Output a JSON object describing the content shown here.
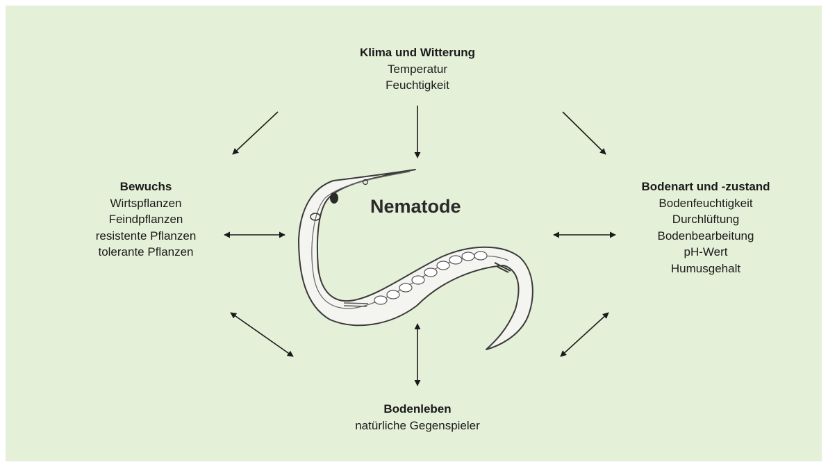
{
  "center": {
    "label": "Nematode"
  },
  "factors": {
    "top": {
      "title": "Klima und Witterung",
      "items": [
        "Temperatur",
        "Feuchtigkeit"
      ]
    },
    "left": {
      "title": "Bewuchs",
      "items": [
        "Wirtspflanzen",
        "Feindpflanzen",
        "resistente Pflanzen",
        "tolerante Pflanzen"
      ]
    },
    "right": {
      "title": "Bodenart und -zustand",
      "items": [
        "Bodenfeuchtigkeit",
        "Durchlüftung",
        "Bodenbearbeitung",
        "pH-Wert",
        "Humusgehalt"
      ]
    },
    "bottom": {
      "title": "Bodenleben",
      "items": [
        "natürliche Gegenspieler"
      ]
    }
  },
  "colors": {
    "background": "#e5f0d8",
    "arrow": "#1a1a1a",
    "text": "#1a1a1a"
  }
}
